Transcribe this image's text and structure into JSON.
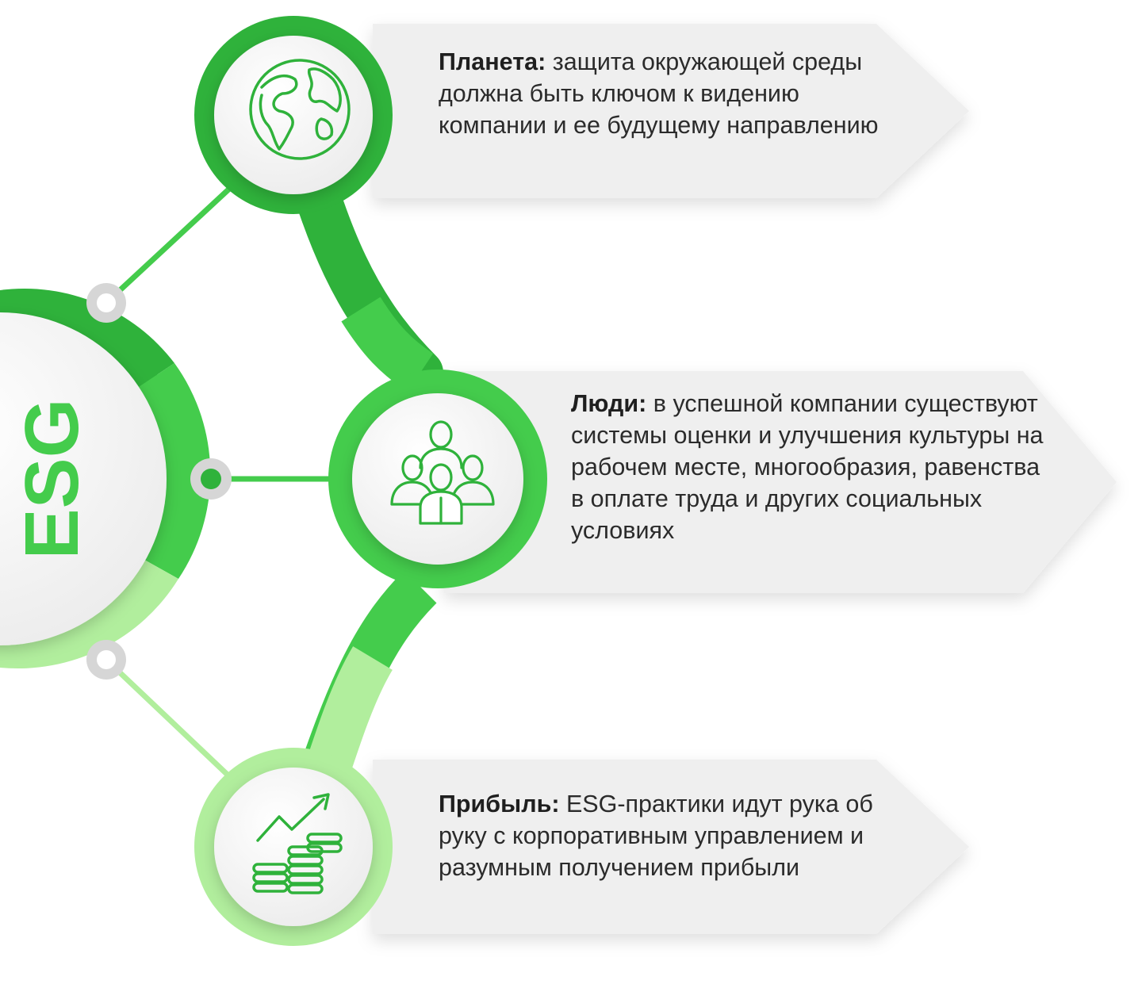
{
  "center": {
    "label": "ESG"
  },
  "colors": {
    "green_dark": "#2fb23b",
    "green": "#44cc4c",
    "green_light": "#b1ee9d",
    "card_bg": "#efefef",
    "connector_grey": "#d6d6d6"
  },
  "items": [
    {
      "title": "Планета:",
      "text": "защита окружающей среды должна быть ключом к видению компании и ее будущему направлению",
      "icon": "globe-icon"
    },
    {
      "title": "Люди:",
      "text": "в успешной компании существуют системы оценки и улучшения культуры на рабочем месте, многообразия, равенства в оплате труда и других социальных условиях",
      "icon": "people-group-icon"
    },
    {
      "title": "Прибыль:",
      "text": "ESG-практики идут рука об руку с корпоративным управлением и разумным получением прибыли",
      "icon": "coins-growth-icon"
    }
  ]
}
